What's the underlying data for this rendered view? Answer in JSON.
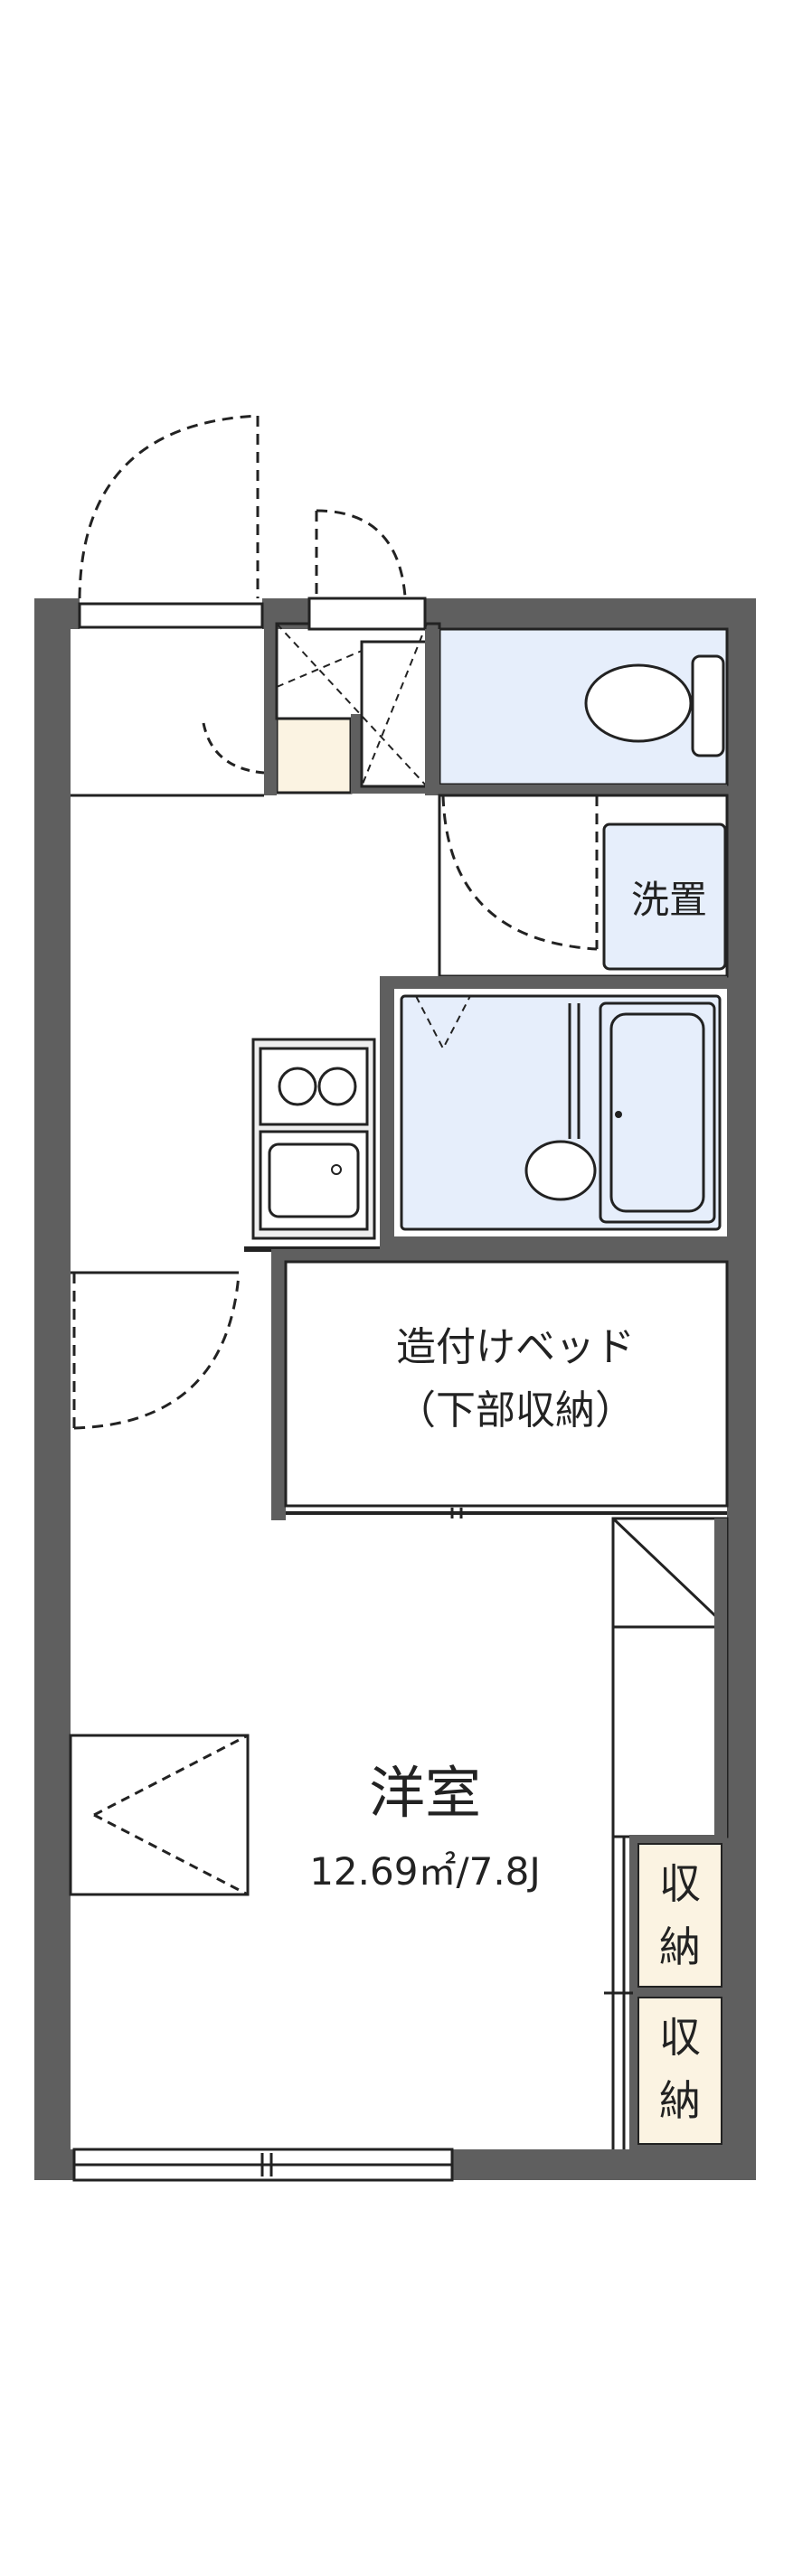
{
  "labels": {
    "washroom": "洗置",
    "bed_line1": "造付けベッド",
    "bed_line2": "（下部収納）",
    "room_name": "洋室",
    "room_area": "12.69㎡/7.8J",
    "storage_top_1": "収",
    "storage_top_2": "納",
    "storage_bottom_1": "収",
    "storage_bottom_2": "納"
  },
  "colors": {
    "wall": "#5f5f5f",
    "line": "#222222",
    "wet_area_fill": "#e6eefb",
    "storage_fill": "#fbf3e2",
    "cabinet_fill": "#fbf3e2",
    "kitchen_fill": "#eeeeee"
  }
}
